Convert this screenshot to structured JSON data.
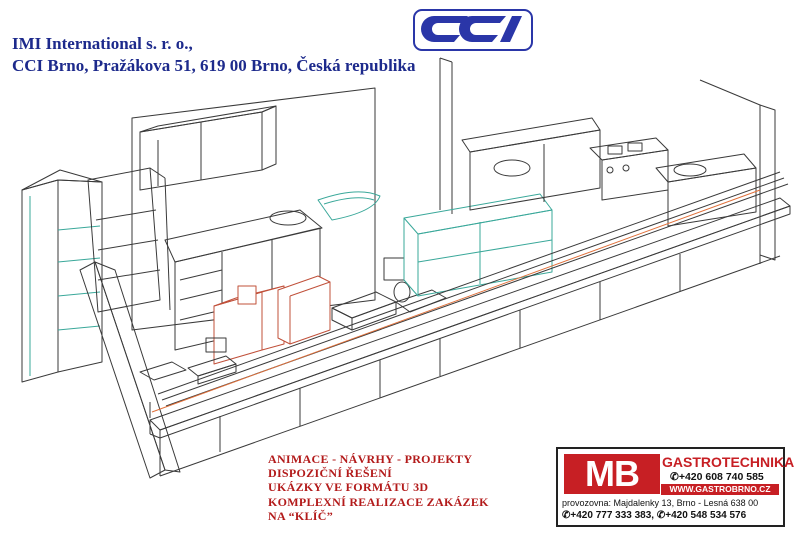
{
  "header": {
    "logo": "CCI",
    "company_line1": "IMI International s. r. o.,",
    "company_line2": "CCI Brno, Pražákova 51, 619 00 Brno, Česká republika"
  },
  "services": [
    "ANIMACE - NÁVRHY - PROJEKTY",
    "DISPOZIČNÍ ŘEŠENÍ",
    "UKÁZKY VE FORMÁTU 3D",
    "KOMPLEXNÍ REALIZACE ZAKÁZEK",
    "NA “KLÍČ”"
  ],
  "mb_card": {
    "logo": "MB",
    "brand": "GASTROTECHNIKA",
    "phone1": "+420 608 740 585",
    "web": "WWW.GASTROBRNO.CZ",
    "address": "provozovna: Majdalenky 13, Brno - Lesná 638 00",
    "phone2": "+420 777 333 383, ✆+420 548 534 576"
  },
  "colors": {
    "company_text": "#1d2a8c",
    "services_text": "#b31b1b",
    "mb_red": "#c71f24",
    "logo_blue": "#2a36a8",
    "line": "#3a3a3a",
    "glass": "#3aa89a",
    "accent_orange": "#e0703a"
  }
}
